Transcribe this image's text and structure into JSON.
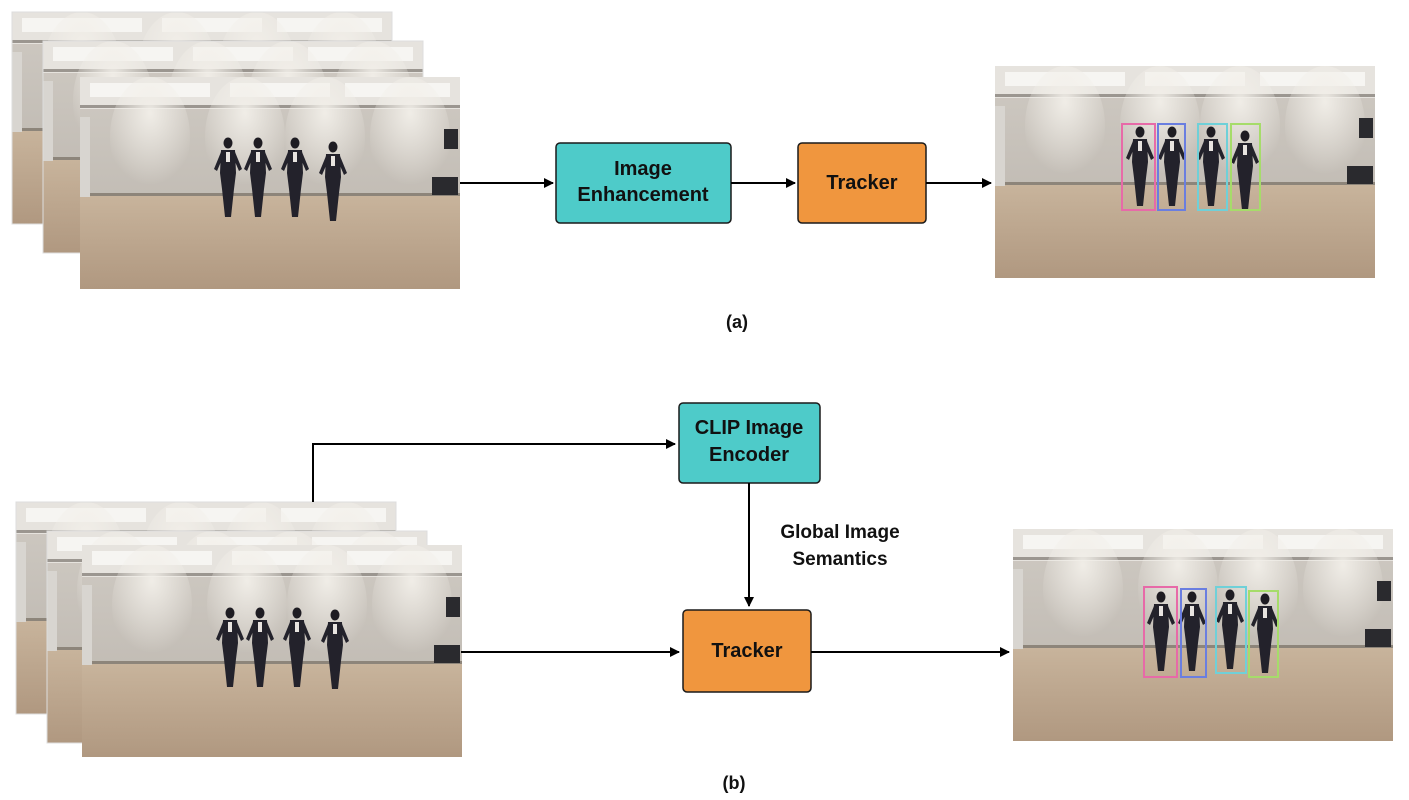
{
  "panel_a": {
    "caption": "(a)",
    "enhancement_box": {
      "line1": "Image",
      "line2": "Enhancement",
      "color": "#4ecbc9"
    },
    "tracker_box": {
      "label": "Tracker",
      "color": "#f0963e"
    }
  },
  "panel_b": {
    "caption": "(b)",
    "clip_box": {
      "line1": "CLIP Image",
      "line2": "Encoder",
      "color": "#4ecbc9"
    },
    "semantics_label": {
      "line1": "Global Image",
      "line2": "Semantics"
    },
    "tracker_box": {
      "label": "Tracker",
      "color": "#f0963e"
    }
  },
  "tracking_box_colors": [
    "#e76aa8",
    "#6a7ee0",
    "#6fd0d8",
    "#a6dc6a"
  ],
  "frame_content": "dance studio with four performers"
}
